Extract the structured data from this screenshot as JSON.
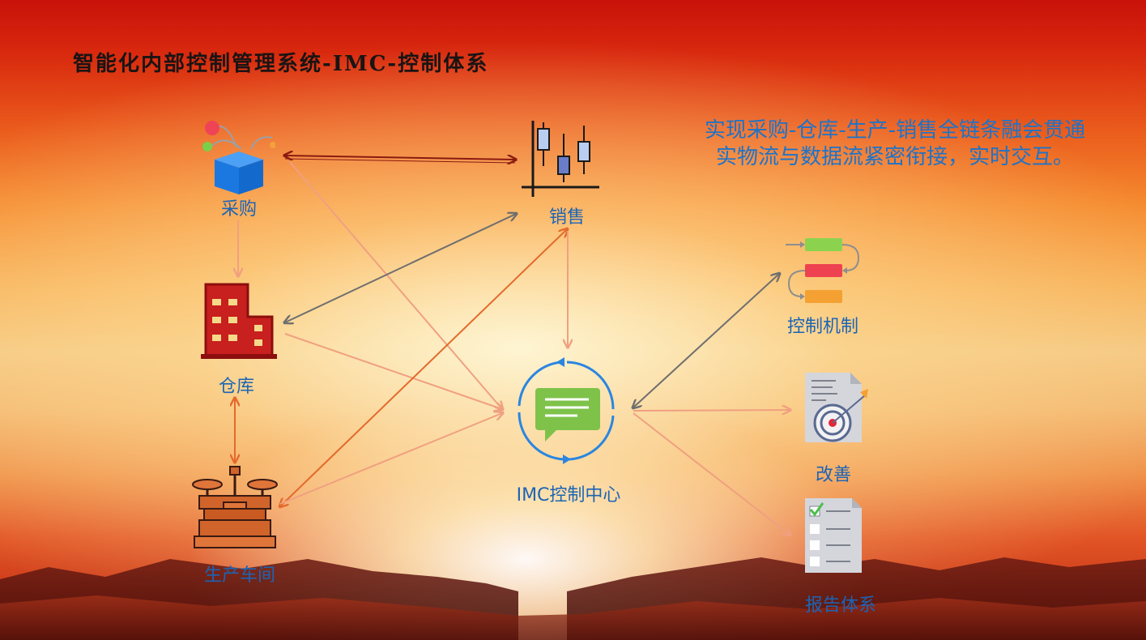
{
  "title": "智能化内部控制管理系统-IMC-控制体系",
  "description": {
    "line1": "实现采购-仓库-生产-销售全链条融会贯通",
    "line2": "实物流与数据流紧密衔接，实时交互。"
  },
  "nodes": {
    "purchase": "采购",
    "sales": "销售",
    "warehouse": "仓库",
    "workshop": "生产车间",
    "imc_center": "IMC控制中心",
    "control_mechanism": "控制机制",
    "improvement": "改善",
    "report_system": "报告体系"
  },
  "colors": {
    "label_blue": "#1c64b6",
    "desc_blue": "#1e73c8",
    "arrow_darkred": "#8b1a10",
    "arrow_gray": "#6f6f6f",
    "arrow_orange": "#e36a2c",
    "arrow_pink": "#f0a080"
  }
}
